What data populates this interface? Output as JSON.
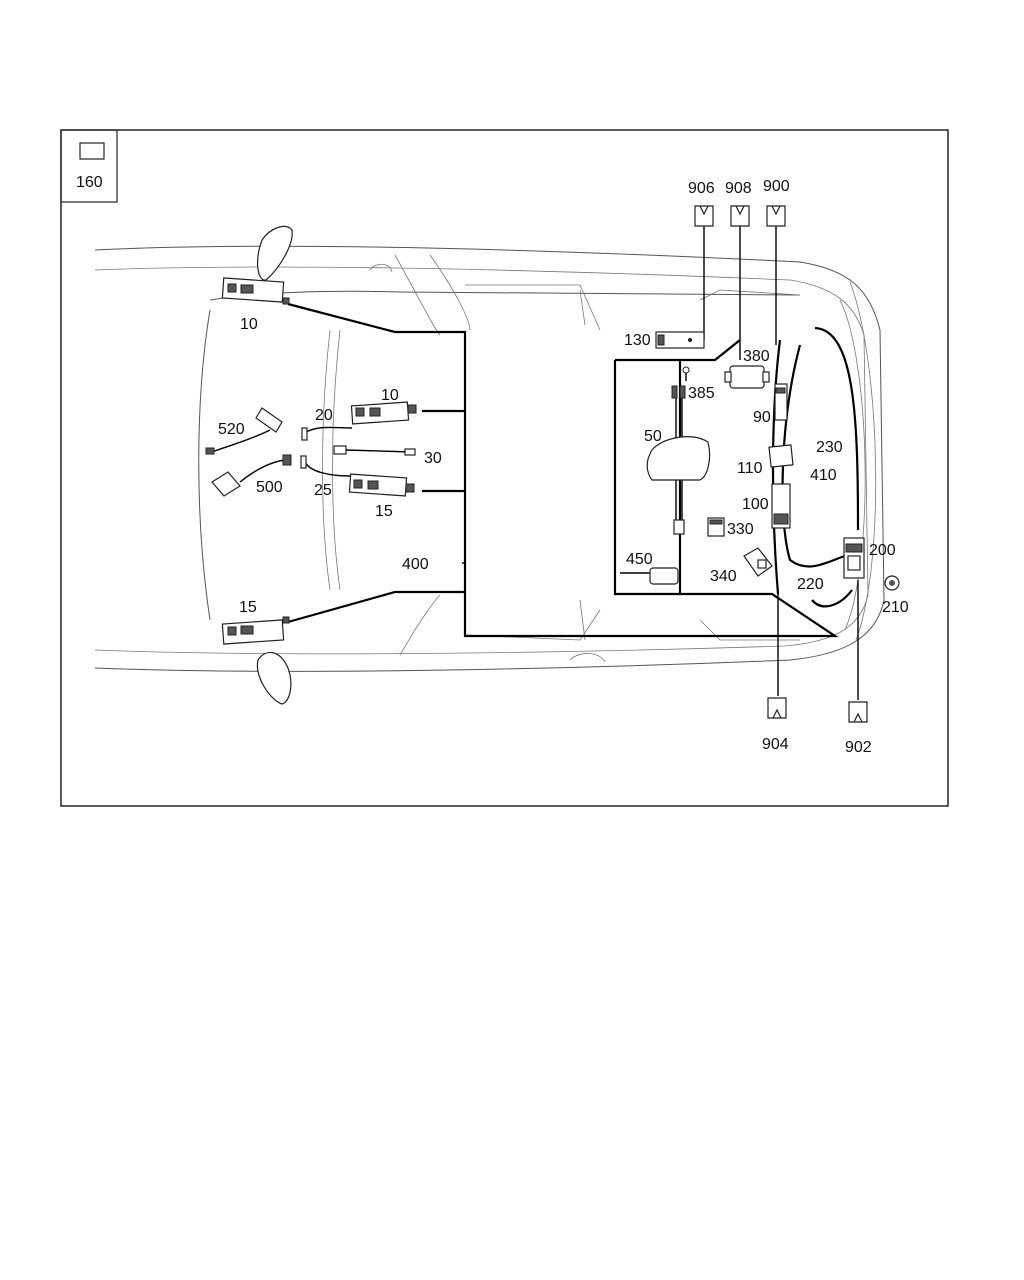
{
  "legend": {
    "number": "160"
  },
  "callouts": {
    "c906": "906",
    "c908": "908",
    "c900": "900",
    "c130": "130",
    "c380": "380",
    "c385": "385",
    "c10a": "10",
    "c10b": "10",
    "c20": "20",
    "c30": "30",
    "c520": "520",
    "c500": "500",
    "c25": "25",
    "c15a": "15",
    "c15b": "15",
    "c50": "50",
    "c90": "90",
    "c110": "110",
    "c410": "410",
    "c230": "230",
    "c100": "100",
    "c330": "330",
    "c450": "450",
    "c340": "340",
    "c400": "400",
    "c200": "200",
    "c220": "220",
    "c210": "210",
    "c904": "904",
    "c902": "902"
  }
}
